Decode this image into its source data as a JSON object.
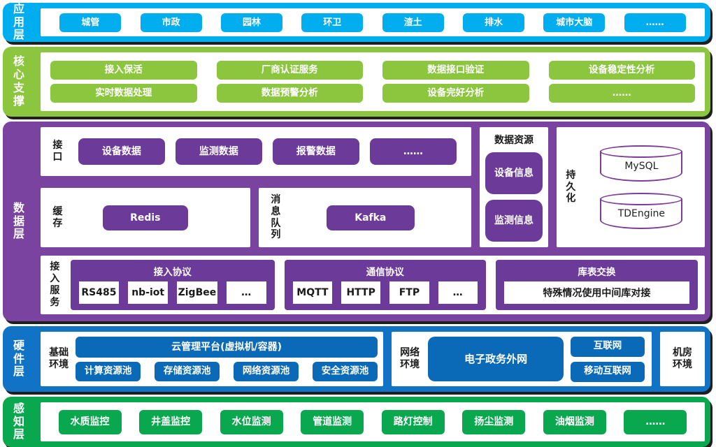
{
  "colors": {
    "cyan": "#00AEEF",
    "light_green": "#8CC63F",
    "purple_band": "#7A43A0",
    "purple_button": "#6C3B9A",
    "purple_outline": "#7D3C98",
    "blue_band": "#1173C5",
    "blue_button": "#0B6AB8",
    "dark_green": "#0AA84E",
    "dark_text": "#1A1A1A"
  },
  "layers": {
    "application": {
      "label": "应用层",
      "items": [
        "城管",
        "市政",
        "园林",
        "环卫",
        "渣土",
        "排水",
        "城市大脑",
        "……"
      ]
    },
    "core_support": {
      "label": "核心支撑",
      "rows": [
        [
          "接入保活",
          "厂商认证服务",
          "数据接口验证",
          "设备稳定性分析"
        ],
        [
          "实时数据处理",
          "数据预警分析",
          "设备完好分析",
          "……"
        ]
      ]
    },
    "data": {
      "label": "数据层",
      "interface": {
        "label": "接口",
        "items": [
          "设备数据",
          "监测数据",
          "报警数据",
          "……"
        ]
      },
      "cache": {
        "label": "缓存",
        "item": "Redis"
      },
      "message_queue": {
        "label": "消息队列",
        "item": "Kafka"
      },
      "data_resource": {
        "title": "数据资源",
        "items": [
          "设备信息",
          "监测信息"
        ]
      },
      "persistence": {
        "label": "持久化",
        "databases": [
          "MySQL",
          "TDEngine"
        ]
      },
      "access_service": {
        "label": "接入服务",
        "groups": [
          {
            "title": "接入协议",
            "items": [
              "RS485",
              "nb-iot",
              "ZigBee",
              "…"
            ]
          },
          {
            "title": "通信协议",
            "items": [
              "MQTT",
              "HTTP",
              "FTP",
              "…"
            ]
          },
          {
            "title": "库表交换",
            "items": [
              "特殊情况使用中间库对接"
            ]
          }
        ]
      }
    },
    "hardware": {
      "label": "硬件层",
      "base_env": {
        "label": "基础环境",
        "platform": "云管理平台(虚拟机/容器)",
        "pools": [
          "计算资源池",
          "存储资源池",
          "网络资源池",
          "安全资源池"
        ]
      },
      "network_env": {
        "label": "网络环境",
        "main": "电子政务外网",
        "items": [
          "互联网",
          "移动互联网"
        ]
      },
      "room_env": {
        "label": "机房环境"
      }
    },
    "perception": {
      "label": "感知层",
      "items": [
        "水质监控",
        "井盖监控",
        "水位监测",
        "管道监测",
        "路灯控制",
        "扬尘监测",
        "油烟监测",
        "……"
      ]
    }
  }
}
